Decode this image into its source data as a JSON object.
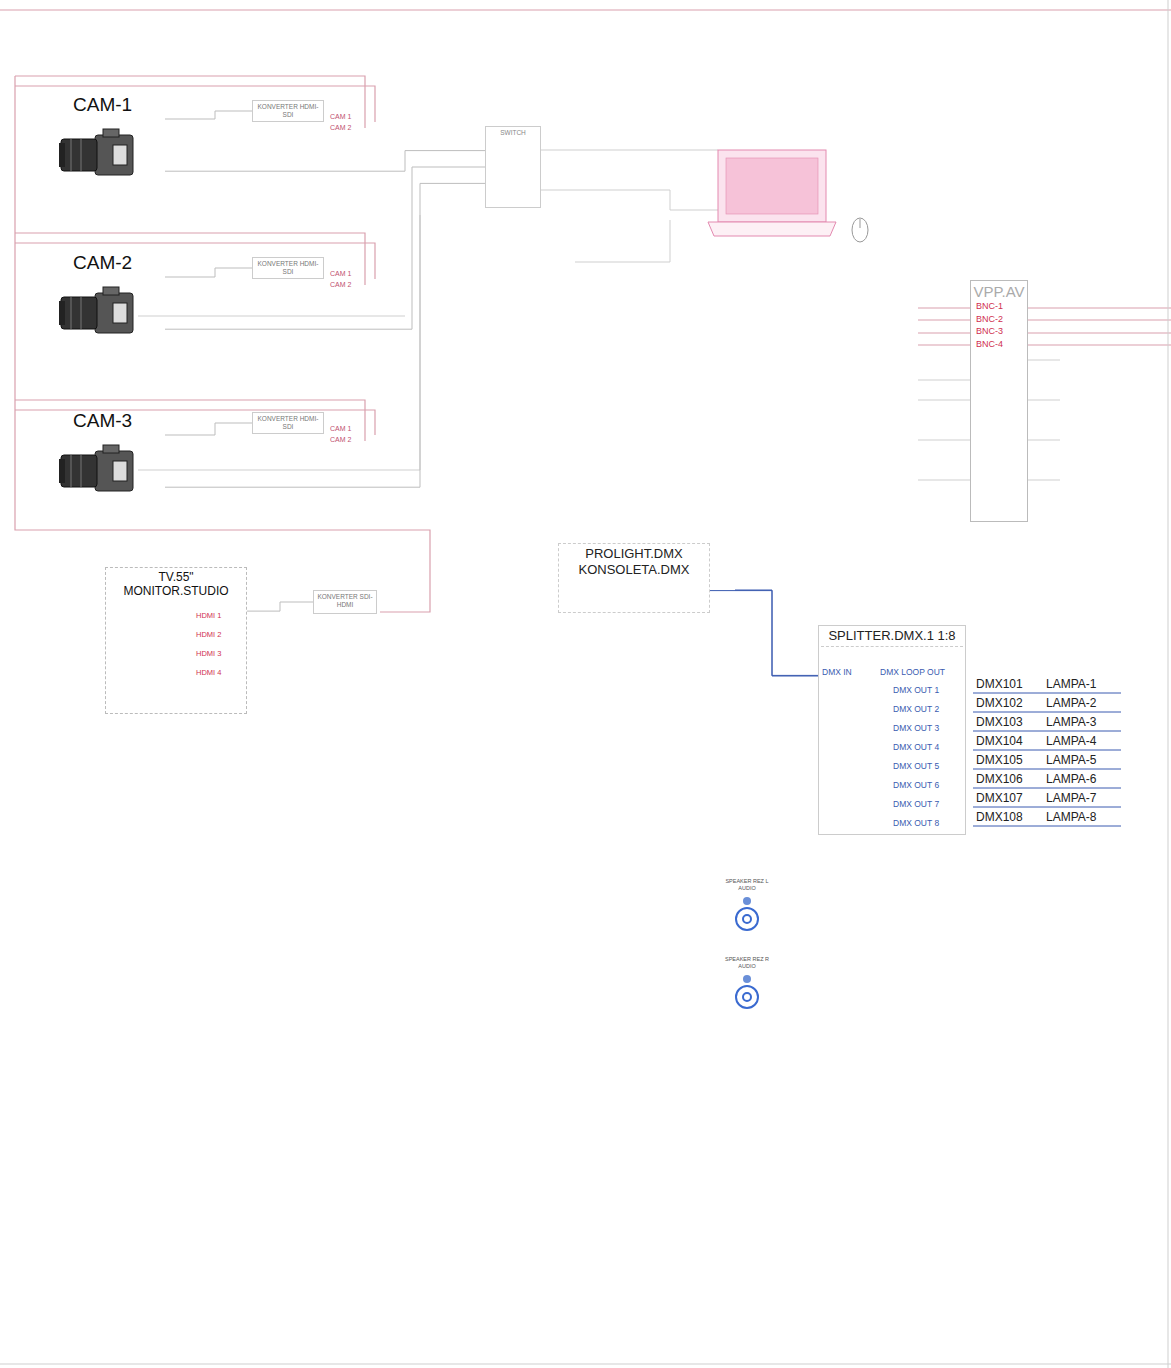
{
  "diagram": {
    "nodes": [
      {
        "text": [
          "CAM-1"
        ]
      },
      {
        "text": [
          "KONVERTER HDMI-SDI"
        ]
      },
      {
        "text": [
          "CAM-2"
        ]
      },
      {
        "text": [
          "KONVERTER HDMI-SDI"
        ]
      },
      {
        "text": [
          "CAM-3"
        ]
      },
      {
        "text": [
          "KONVERTER HDMI-SDI"
        ]
      },
      {
        "text": [
          "SWITCH"
        ]
      },
      {
        "text": [
          "VPP.AV"
        ]
      },
      {
        "text": [
          "TV.55\" MONITOR.STUDIO"
        ]
      },
      {
        "text": [
          "KONVERTER SDI-HDMI"
        ]
      },
      {
        "text": [
          "PROLIGHT.DMX KONSOLETA.DMX"
        ]
      },
      {
        "text": [
          "SPLITTER.DMX.1 1:8"
        ]
      },
      {
        "text": [
          "SPEAKER REZ L AUDIO"
        ]
      },
      {
        "text": [
          "SPEAKER REZ R AUDIO"
        ]
      }
    ],
    "edges": [
      {
        "from": 0,
        "to": 1,
        "arrow": "none"
      },
      {
        "from": 2,
        "to": 3,
        "arrow": "none"
      },
      {
        "from": 4,
        "to": 5,
        "arrow": "none"
      },
      {
        "from": 0,
        "to": 6,
        "arrow": "none"
      },
      {
        "from": 2,
        "to": 6,
        "arrow": "none"
      },
      {
        "from": 4,
        "to": 6,
        "arrow": "none"
      },
      {
        "from": 8,
        "to": 9,
        "arrow": "none"
      },
      {
        "from": 10,
        "to": 11,
        "arrow": "none"
      }
    ],
    "labels": [
      "CAM 1",
      "CAM 2",
      "CAM 1",
      "CAM 2",
      "CAM 1",
      "CAM 2",
      "BNC-1",
      "BNC-2",
      "BNC-3",
      "BNC-4",
      "HDMI 1",
      "HDMI 2",
      "HDMI 3",
      "HDMI 4",
      "DMX IN",
      "DMX LOOP OUT",
      "DMX OUT 1",
      "DMX OUT 2",
      "DMX OUT 3",
      "DMX OUT 4",
      "DMX OUT 5",
      "DMX OUT 6",
      "DMX OUT 7",
      "DMX OUT 8",
      "DMX101",
      "LAMPA-1",
      "DMX102",
      "LAMPA-2",
      "DMX103",
      "LAMPA-3",
      "DMX104",
      "LAMPA-4",
      "DMX105",
      "LAMPA-5",
      "DMX106",
      "LAMPA-6",
      "DMX107",
      "LAMPA-7",
      "DMX108",
      "LAMPA-8"
    ]
  }
}
